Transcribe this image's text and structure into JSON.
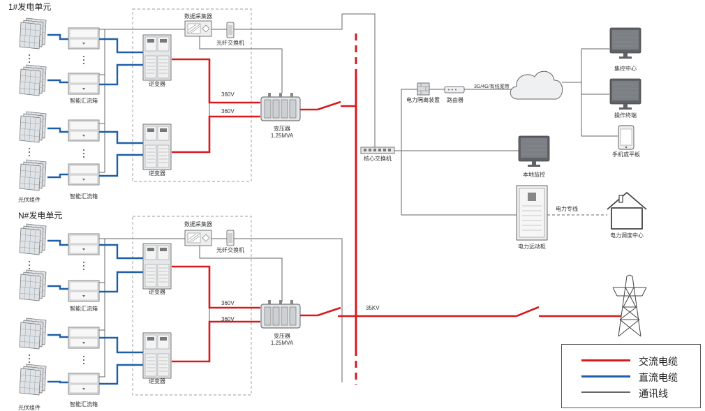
{
  "units": [
    {
      "title": "1#发电单元",
      "pv_label": "光伏组件",
      "combiner_label": "智能汇流箱",
      "inverter_label": "逆变器",
      "collector_label": "数据采集器",
      "fiber_switch_label": "光纤交换机",
      "voltage_upper": "360V",
      "voltage_lower": "360V",
      "transformer_label": "变压器",
      "transformer_rating": "1.25MVA"
    },
    {
      "title": "N#发电单元",
      "pv_label": "光伏组件",
      "combiner_label": "智能汇流箱",
      "inverter_label": "逆变器",
      "collector_label": "数据采集器",
      "fiber_switch_label": "光纤交换机",
      "voltage_upper": "360V",
      "voltage_lower": "360V",
      "transformer_label": "变压器",
      "transformer_rating": "1.25MVA"
    }
  ],
  "network": {
    "core_switch": "核心交换机",
    "isolation": "电力隔离装置",
    "router": "路由器",
    "link": "3G/4G/有线宽带",
    "control_center": "集控中心",
    "operator_terminal": "操作终端",
    "mobile": "手机或平板",
    "local_monitor": "本地监控",
    "telecontrol": "电力远动柜",
    "dedicated_line": "电力专线",
    "dispatch": "电力调度中心",
    "grid_voltage": "35KV"
  },
  "legend": {
    "items": [
      {
        "label": "交流电缆",
        "color": "#d7191c"
      },
      {
        "label": "直流电缆",
        "color": "#1f5fa8"
      },
      {
        "label": "通讯线",
        "color": "#666666"
      }
    ]
  },
  "colors": {
    "ac": "#d7191c",
    "dc": "#1f5fa8",
    "comm": "#666666"
  }
}
